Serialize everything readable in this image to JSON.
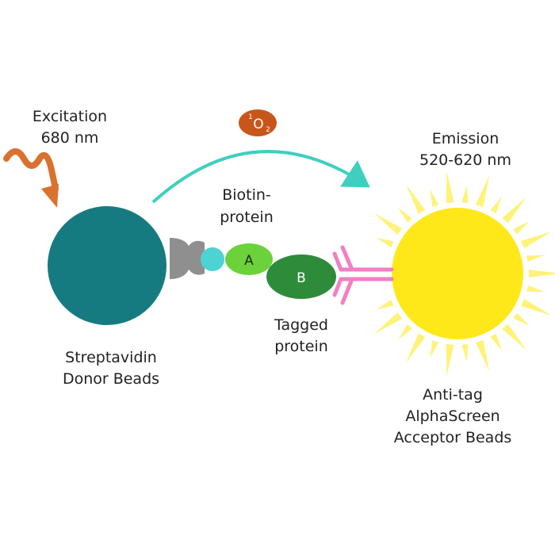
{
  "excitation": {
    "line1": "Excitation",
    "line2": "680 nm"
  },
  "emission": {
    "line1": "Emission",
    "line2": "520-620 nm"
  },
  "singlet_oxygen": {
    "sup": "1",
    "main": "O",
    "sub": "2"
  },
  "biotin_protein": {
    "line1": "Biotin-",
    "line2": "protein"
  },
  "tagged_protein": {
    "line1": "Tagged",
    "line2": "protein"
  },
  "donor": {
    "line1": "Streptavidin",
    "line2": "Donor Beads"
  },
  "acceptor": {
    "line1": "Anti-tag",
    "line2": "AlphaScreen",
    "line3": "Acceptor Beads"
  },
  "protein_a": "A",
  "protein_b": "B",
  "colors": {
    "donor_bead": "#167b80",
    "acceptor_bead": "#ffe81a",
    "rays": "#fff27a",
    "arrow": "#3fcfbf",
    "excitation_wave": "#d9722e",
    "oxygen_badge": "#c8561a",
    "biotin": "#4dd3d3",
    "streptavidin": "#8f8f8f",
    "protein_a": "#6bd23b",
    "protein_b": "#2e8b3a",
    "antibody": "#f27fc4"
  }
}
